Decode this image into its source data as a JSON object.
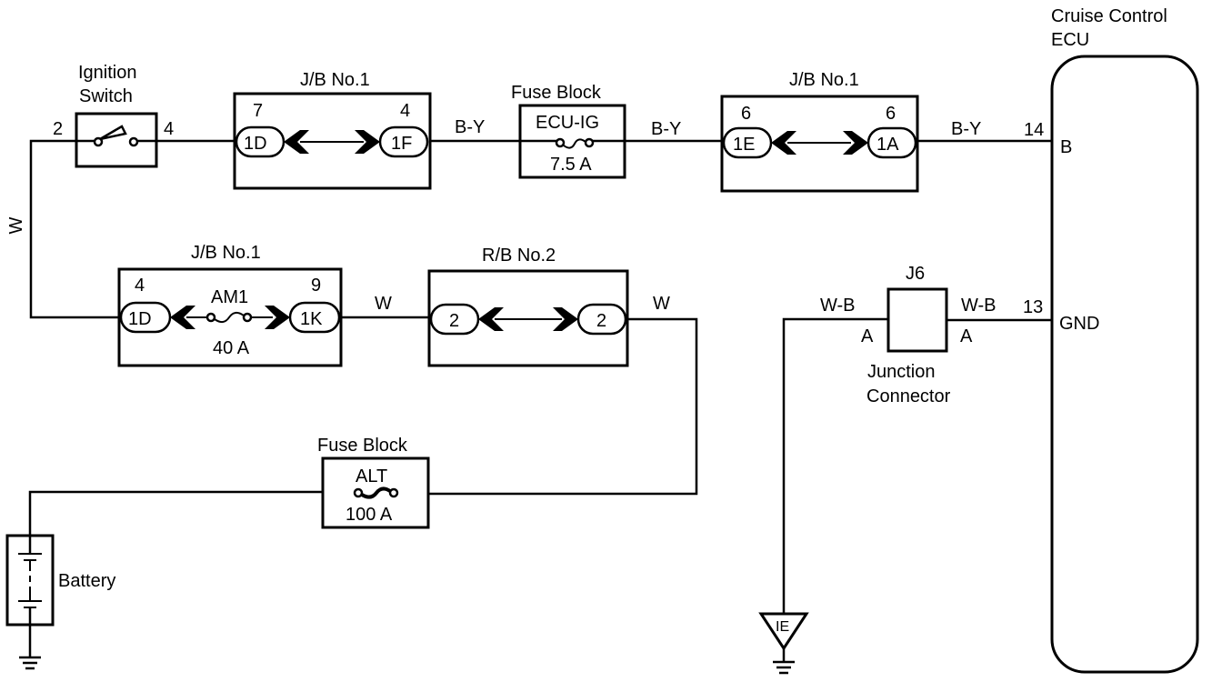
{
  "diagram": {
    "components": {
      "ignition_switch": {
        "label_line1": "Ignition",
        "label_line2": "Switch",
        "pin_left": "2",
        "pin_right": "4"
      },
      "jb1_top_left": {
        "title": "J/B No.1",
        "pin_left_num": "7",
        "pin_left_conn": "1D",
        "pin_right_num": "4",
        "pin_right_conn": "1F"
      },
      "fuse_ecu_ig": {
        "title": "Fuse Block",
        "name": "ECU-IG",
        "rating": "7.5 A"
      },
      "jb1_top_right": {
        "title": "J/B No.1",
        "pin_left_num": "6",
        "pin_left_conn": "1E",
        "pin_right_num": "6",
        "pin_right_conn": "1A"
      },
      "ecu": {
        "title_line1": "Cruise Control",
        "title_line2": "ECU",
        "pin_b_num": "14",
        "pin_b_label": "B",
        "pin_gnd_num": "13",
        "pin_gnd_label": "GND"
      },
      "jb1_bottom": {
        "title": "J/B No.1",
        "pin_left_num": "4",
        "pin_left_conn": "1D",
        "pin_right_num": "9",
        "pin_right_conn": "1K",
        "fuse_name": "AM1",
        "fuse_rating": "40 A"
      },
      "rb2": {
        "title": "R/B No.2",
        "pin_left_conn": "2",
        "pin_right_conn": "2"
      },
      "junction_connector": {
        "id": "J6",
        "label_line1": "Junction",
        "label_line2": "Connector",
        "pin_left": "A",
        "pin_right": "A"
      },
      "fuse_alt": {
        "title": "Fuse Block",
        "name": "ALT",
        "rating": "100 A"
      },
      "battery": {
        "label": "Battery"
      },
      "ground_point": {
        "label": "IE"
      }
    },
    "wires": {
      "ign_to_batt_side": "W",
      "jb_to_fuse": "B-Y",
      "fuse_to_jb": "B-Y",
      "jb_to_ecu": "B-Y",
      "jb_to_rb": "W",
      "rb_to_fuse": "W",
      "gnd_left": "W-B",
      "gnd_right": "W-B"
    }
  }
}
